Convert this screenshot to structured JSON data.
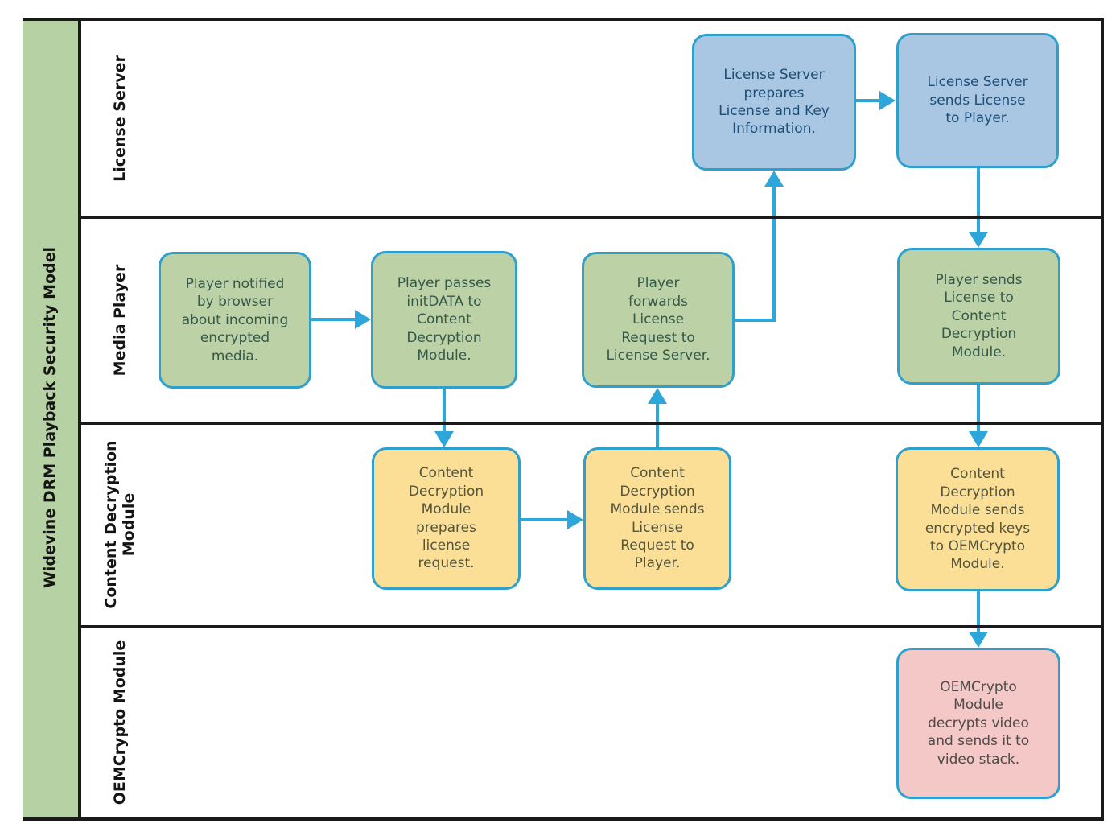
{
  "title": "Widevine DRM Playback Security Model",
  "lanes": [
    {
      "label": "License Server"
    },
    {
      "label": "Media Player"
    },
    {
      "label": "Content Decryption\nModule"
    },
    {
      "label": "OEMCrypto Module"
    }
  ],
  "boxes": [
    {
      "id": "license-server-prepares",
      "lane": "License Server",
      "color": "blue",
      "text": "License Server\nprepares\nLicense and Key\nInformation."
    },
    {
      "id": "license-server-sends",
      "lane": "License Server",
      "color": "blue",
      "text": "License Server\nsends License\nto Player."
    },
    {
      "id": "player-notified",
      "lane": "Media Player",
      "color": "green",
      "text": "Player notified\nby browser\nabout incoming\nencrypted\nmedia."
    },
    {
      "id": "player-passes-initdata",
      "lane": "Media Player",
      "color": "green",
      "text": "Player passes\ninitDATA to\nContent\nDecryption\nModule."
    },
    {
      "id": "player-forwards-request",
      "lane": "Media Player",
      "color": "green",
      "text": "Player\nforwards\nLicense\nRequest to\nLicense Server."
    },
    {
      "id": "player-sends-license",
      "lane": "Media Player",
      "color": "green",
      "text": "Player sends\nLicense to\nContent\nDecryption\nModule."
    },
    {
      "id": "cdm-prepares-request",
      "lane": "Content Decryption Module",
      "color": "yellow",
      "text": "Content\nDecryption\nModule\nprepares\nlicense\nrequest."
    },
    {
      "id": "cdm-sends-request",
      "lane": "Content Decryption Module",
      "color": "yellow",
      "text": "Content\nDecryption\nModule sends\nLicense\nRequest to\nPlayer."
    },
    {
      "id": "cdm-sends-keys",
      "lane": "Content Decryption Module",
      "color": "yellow",
      "text": "Content\nDecryption\nModule sends\nencrypted keys\nto OEMCrypto\nModule."
    },
    {
      "id": "oemcrypto-decrypts",
      "lane": "OEMCrypto Module",
      "color": "pink",
      "text": "OEMCrypto\nModule\ndecrypts video\nand sends it to\nvideo stack."
    }
  ],
  "arrows": [
    {
      "from": "player-notified",
      "to": "player-passes-initdata"
    },
    {
      "from": "player-passes-initdata",
      "to": "cdm-prepares-request"
    },
    {
      "from": "cdm-prepares-request",
      "to": "cdm-sends-request"
    },
    {
      "from": "cdm-sends-request",
      "to": "player-forwards-request"
    },
    {
      "from": "player-forwards-request",
      "to": "license-server-prepares"
    },
    {
      "from": "license-server-prepares",
      "to": "license-server-sends"
    },
    {
      "from": "license-server-sends",
      "to": "player-sends-license"
    },
    {
      "from": "player-sends-license",
      "to": "cdm-sends-keys"
    },
    {
      "from": "cdm-sends-keys",
      "to": "oemcrypto-decrypts"
    }
  ],
  "colors": {
    "sidebar_green": "#b6d2a4",
    "box_blue_fill": "#a9c7e3",
    "box_blue_text": "#1d4e77",
    "box_green_fill": "#bcd2a6",
    "box_green_text": "#35584a",
    "box_yellow_fill": "#fbdf97",
    "box_yellow_text": "#53543c",
    "box_pink_fill": "#f3c8c6",
    "box_pink_text": "#4e4a4a",
    "box_border": "#2f9fcc",
    "arrow": "#2da6d9",
    "frame": "#1a1a1a"
  }
}
